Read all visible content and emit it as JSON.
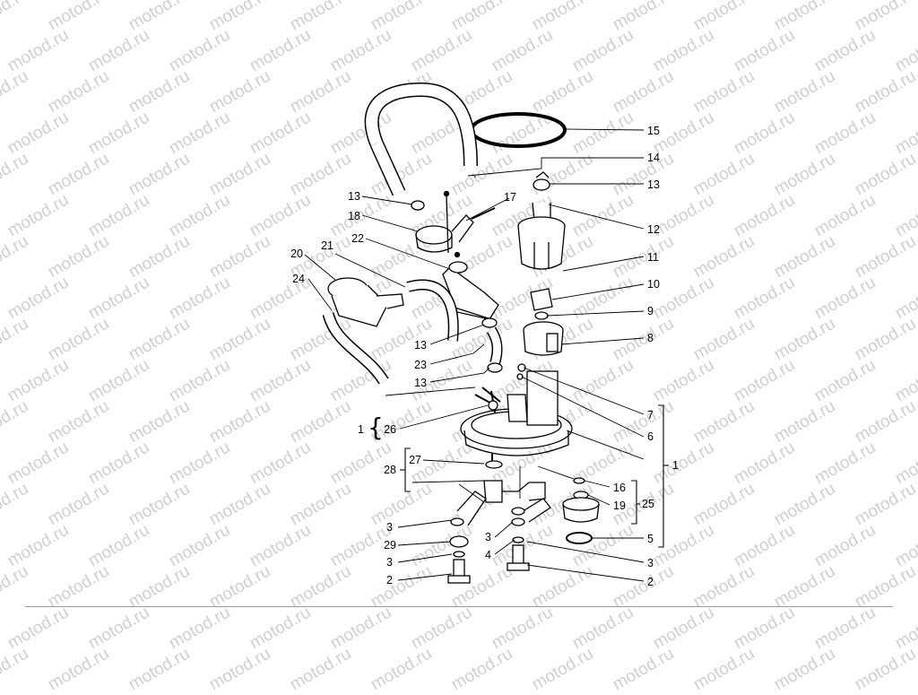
{
  "watermark": {
    "text": "motod.ru"
  },
  "callouts": {
    "c15": "15",
    "c14": "14",
    "c13a": "13",
    "c12": "12",
    "c11": "11",
    "c10": "10",
    "c9": "9",
    "c8": "8",
    "c7": "7",
    "c6": "6",
    "c1r": "1",
    "c16": "16",
    "c19": "19",
    "c25": "25",
    "c5": "5",
    "c3r": "3",
    "c2r": "2",
    "c13b": "13",
    "c17": "17",
    "c18": "18",
    "c22": "22",
    "c21": "21",
    "c20": "20",
    "c24": "24",
    "c13c": "13",
    "c23": "23",
    "c13d": "13",
    "c1l": "1",
    "c26": "26",
    "c28": "28",
    "c27": "27",
    "c3a": "3",
    "c29": "29",
    "c3b": "3",
    "c2l": "2",
    "c3c": "3",
    "c4": "4"
  }
}
